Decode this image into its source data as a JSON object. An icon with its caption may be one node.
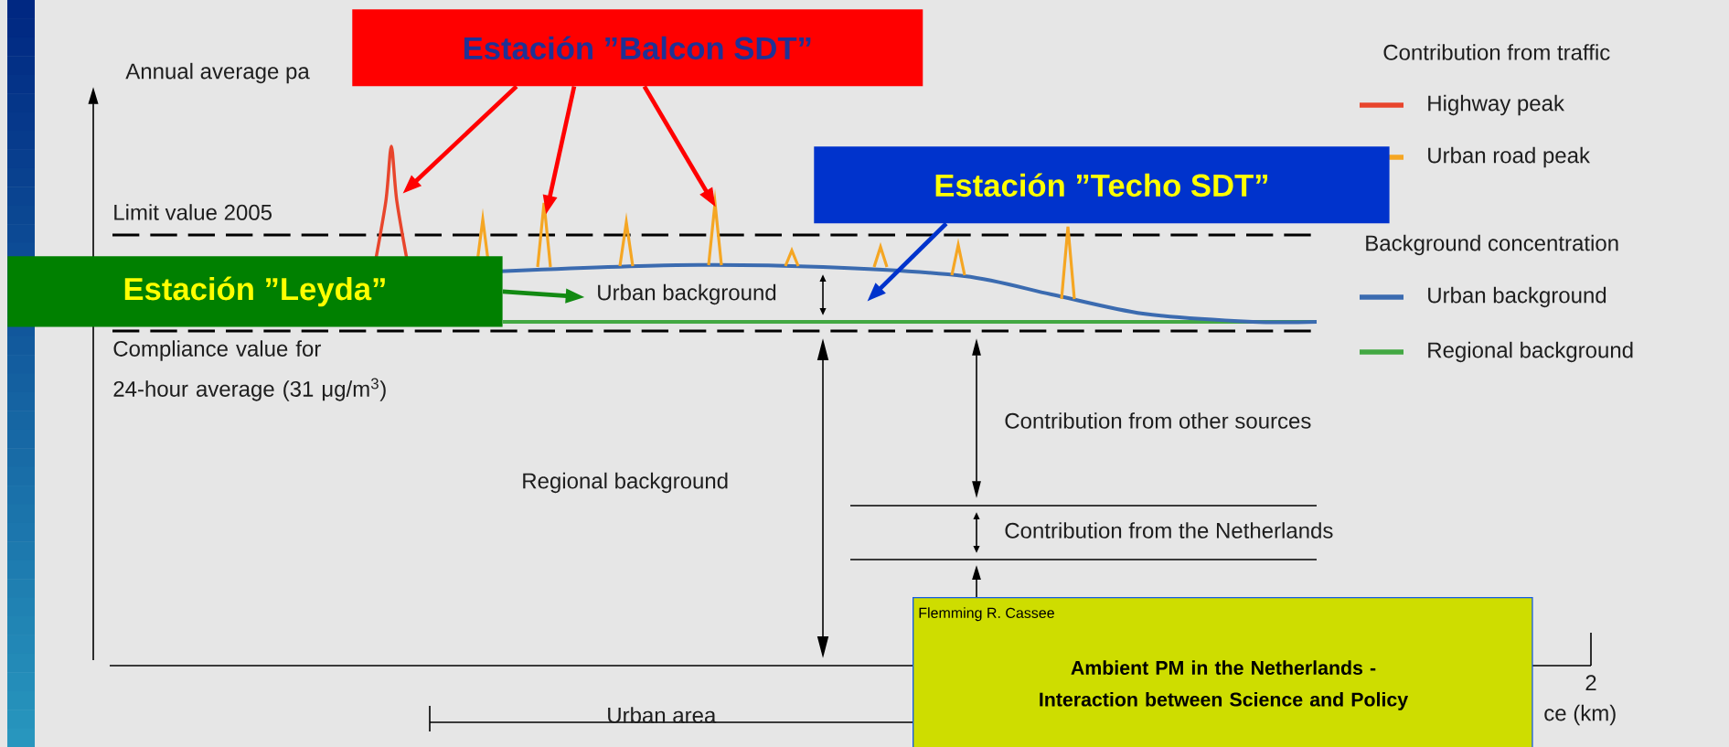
{
  "diagram": {
    "nodes": [
      {
        "text": [
          "Estación ”Balcon SDT”"
        ]
      },
      {
        "text": [
          "Estación ”Leyda”"
        ]
      },
      {
        "text": [
          "Estación ”Techo SDT”"
        ]
      },
      {
        "text": [
          "Flemming R. Cassee",
          "Ambient PM in the Netherlands - Interaction between Science and Policy"
        ]
      }
    ],
    "edges": [
      {
        "from": 0,
        "to": null,
        "arrow": "to"
      },
      {
        "from": 0,
        "to": null,
        "arrow": "to"
      },
      {
        "from": 0,
        "to": null,
        "arrow": "to"
      },
      {
        "from": 1,
        "to": null,
        "arrow": "to",
        "color": "#138a13"
      },
      {
        "from": 2,
        "to": null,
        "arrow": "to",
        "color": "#0033cc"
      }
    ],
    "labels": [
      "Annual average pa",
      "Contribution from traffic",
      "Limit value 2005",
      "Background concentration",
      "Urban background",
      "Compliance value for 24-hour average (31 μg/m$^{3}$)",
      "Contribution from other sources",
      "Regional background",
      "Contribution from the Netherlands",
      "2",
      "Urban area",
      "ce (km)"
    ],
    "legend": [
      {
        "text": "Highway peak"
      },
      {
        "text": "Urban road peak"
      },
      {
        "text": "Urban background"
      },
      {
        "text": "Regional   background"
      }
    ]
  }
}
